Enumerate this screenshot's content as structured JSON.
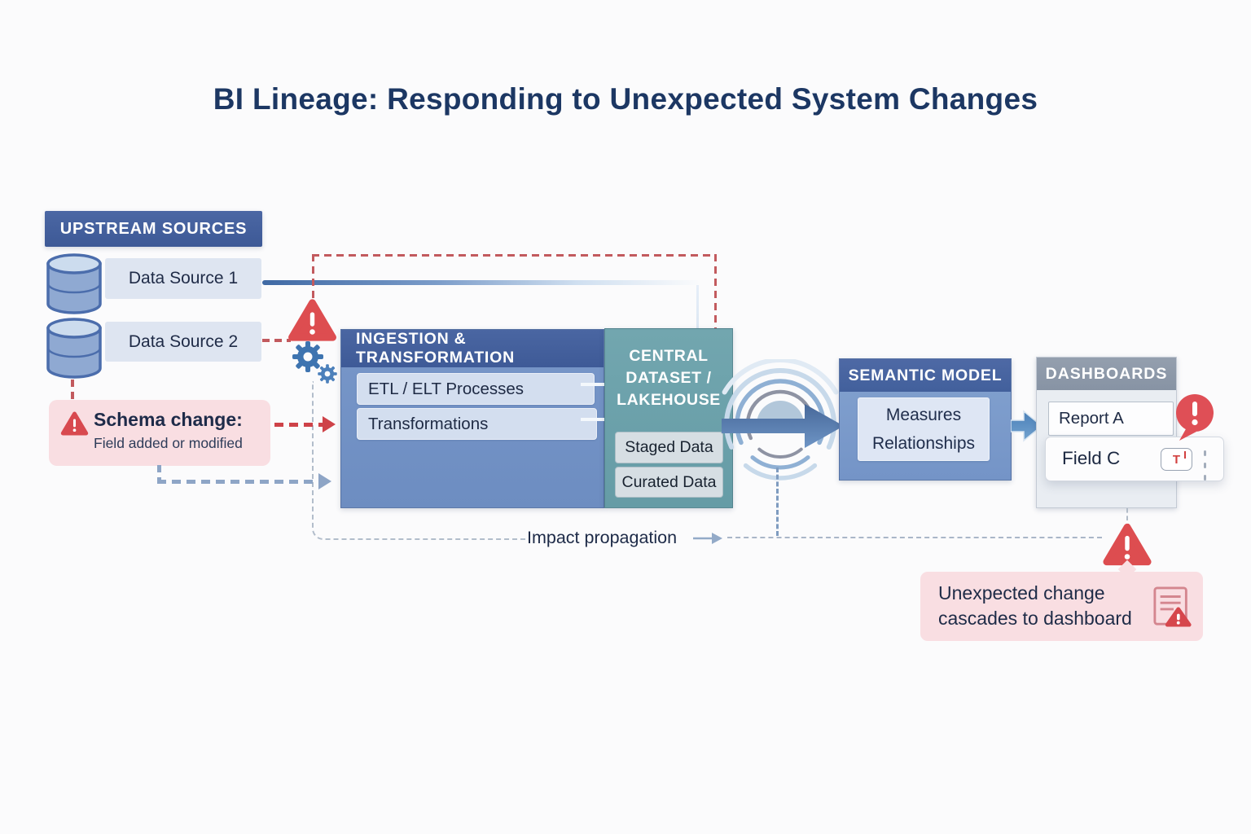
{
  "title": "BI Lineage: Responding to Unexpected System Changes",
  "upstream": {
    "header": "UPSTREAM SOURCES",
    "sources": [
      "Data Source 1",
      "Data Source 2"
    ]
  },
  "schema_change": {
    "heading": "Schema change:",
    "detail": "Field added or modified"
  },
  "ingestion": {
    "header": "INGESTION & TRANSFORMATION",
    "items": [
      "ETL / ELT Processes",
      "Transformations"
    ]
  },
  "central": {
    "header_lines": [
      "CENTRAL",
      "DATASET /",
      "LAKEHOUSE"
    ],
    "items": [
      "Staged Data",
      "Curated Data"
    ]
  },
  "semantic": {
    "header": "SEMANTIC MODEL",
    "items": [
      "Measures",
      "Relationships"
    ]
  },
  "dashboards": {
    "header": "DASHBOARDS",
    "rows": [
      "Report A",
      "Field C"
    ],
    "field_type_badge": "T"
  },
  "flow": {
    "impact_label": "Impact propagation"
  },
  "cascade_alert": {
    "lines": [
      "Unexpected change",
      "cascades to dashboard"
    ]
  },
  "icons": {
    "database": "database-cylinder-icon",
    "warning": "warning-triangle-icon",
    "gears": "gears-icon",
    "ripple": "impact-ripple-icon",
    "alert_bubble": "alert-bubble-icon",
    "document_alert": "document-alert-icon",
    "kebab": "ellipsis-icon"
  },
  "colors": {
    "navy_text": "#1c3763",
    "header_blue": "#42609d",
    "body_blue": "#7393c6",
    "teal": "#6fa3ac",
    "alert_red": "#dd4d52",
    "pink_bg": "#f9dee2",
    "gray_header": "#8d99a9",
    "steel_arrow": "#5b82b5",
    "dash_gray": "#aab6c8",
    "dash_red": "#c4585c"
  }
}
